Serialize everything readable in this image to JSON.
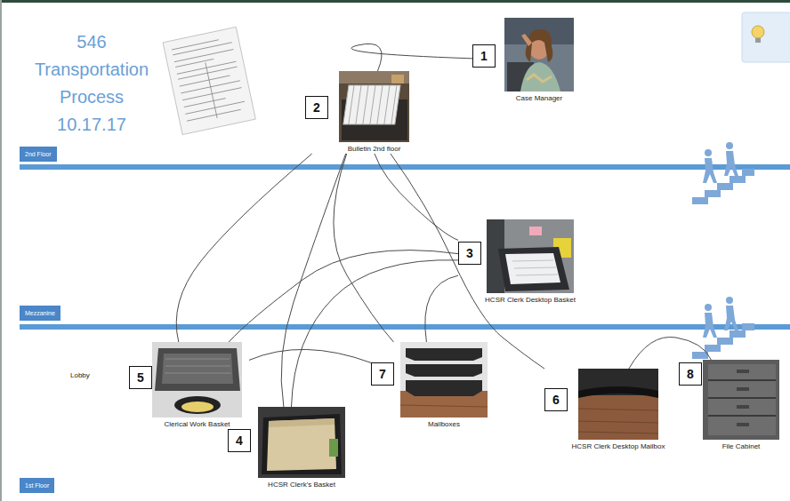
{
  "diagram": {
    "title": "546 Transportation Process 10.17.17",
    "nodes": [
      {
        "text": [
          "1",
          "Case Manager"
        ]
      },
      {
        "text": [
          "2",
          "Bulletin 2nd floor"
        ]
      },
      {
        "text": [
          "3",
          "HCSR Clerk Desktop Basket"
        ]
      },
      {
        "text": [
          "4",
          "HCSR Clerk's Basket"
        ]
      },
      {
        "text": [
          "5",
          "Clerical Work Basket"
        ]
      },
      {
        "text": [
          "6",
          "HCSR Clerk Desktop Mailbox"
        ]
      },
      {
        "text": [
          "7",
          "Mailboxes"
        ]
      },
      {
        "text": [
          "8",
          "File Cabinet"
        ]
      }
    ],
    "edges": [
      {
        "from": 0,
        "to": 1,
        "arrow": "none"
      },
      {
        "from": 1,
        "to": 4,
        "arrow": "none"
      },
      {
        "from": 1,
        "to": 3,
        "arrow": "none"
      },
      {
        "from": 1,
        "to": 6,
        "arrow": "none"
      },
      {
        "from": 1,
        "to": 2,
        "arrow": "none"
      },
      {
        "from": 1,
        "to": 5,
        "arrow": "none"
      },
      {
        "from": 2,
        "to": 6,
        "arrow": "none"
      },
      {
        "from": 2,
        "to": 3,
        "arrow": "none"
      },
      {
        "from": 2,
        "to": 4,
        "arrow": "none"
      },
      {
        "from": 4,
        "to": 6,
        "arrow": "none"
      },
      {
        "from": 5,
        "to": 7,
        "arrow": "none"
      }
    ],
    "labels": [
      "2nd Floor",
      "Mezzanine",
      "1st Floor",
      "Lobby"
    ]
  }
}
